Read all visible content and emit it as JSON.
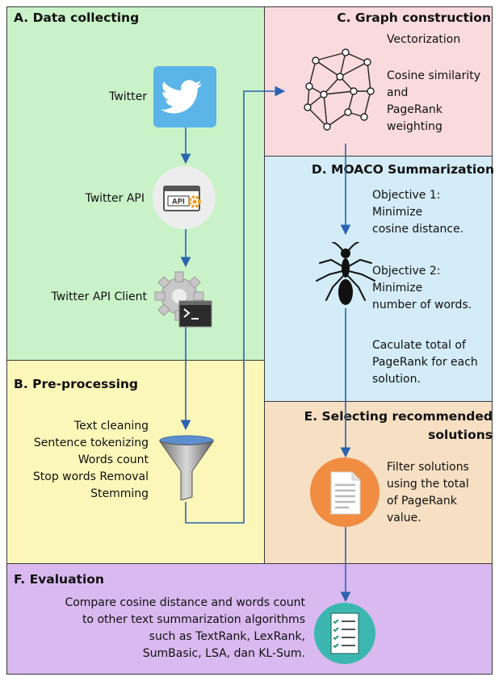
{
  "panels": {
    "a": {
      "title": "A. Data collecting",
      "color": "#c9f2c9"
    },
    "b": {
      "title": "B. Pre-processing",
      "color": "#fbf7b9"
    },
    "c": {
      "title": "C. Graph construction",
      "color": "#f9dadd"
    },
    "d": {
      "title": "D. MOACO Summarization",
      "color": "#d3ecf7"
    },
    "e": {
      "title": "E. Selecting recommended",
      "title2": "solutions",
      "color": "#f6dfc2"
    },
    "f": {
      "title": "F. Evaluation",
      "color": "#d9b9ef"
    }
  },
  "collect": {
    "twitter": "Twitter",
    "api": "Twitter API",
    "client": "Twitter API Client",
    "api_badge": "API"
  },
  "preprocess": {
    "steps": [
      "Text cleaning",
      "Sentence tokenizing",
      "Words count",
      "Stop words Removal",
      "Stemming"
    ]
  },
  "graph": {
    "step1": "Vectorization",
    "step2_lines": [
      "Cosine similarity",
      "and",
      "PageRank",
      "weighting"
    ]
  },
  "moaco": {
    "obj1": [
      "Objective 1:",
      "Minimize",
      "cosine distance."
    ],
    "obj2": [
      "Objective 2:",
      "Minimize",
      "number of words."
    ],
    "calc": [
      "Caculate total of",
      "PageRank for each",
      "solution."
    ]
  },
  "select": {
    "text": [
      "Filter solutions",
      "using the total",
      "of PageRank",
      "value."
    ]
  },
  "evaluation": {
    "lines": [
      "Compare cosine distance and words count",
      "to other text summarization algorithms",
      "such as TextRank, LexRank,",
      "SumBasic, LSA, dan KL-Sum."
    ]
  },
  "icons": [
    "twitter-bird-icon",
    "api-window-icon",
    "gear-terminal-icon",
    "graph-network-icon",
    "ant-icon",
    "funnel-icon",
    "document-icon",
    "checklist-icon"
  ],
  "flow_color": "#2a63b0"
}
